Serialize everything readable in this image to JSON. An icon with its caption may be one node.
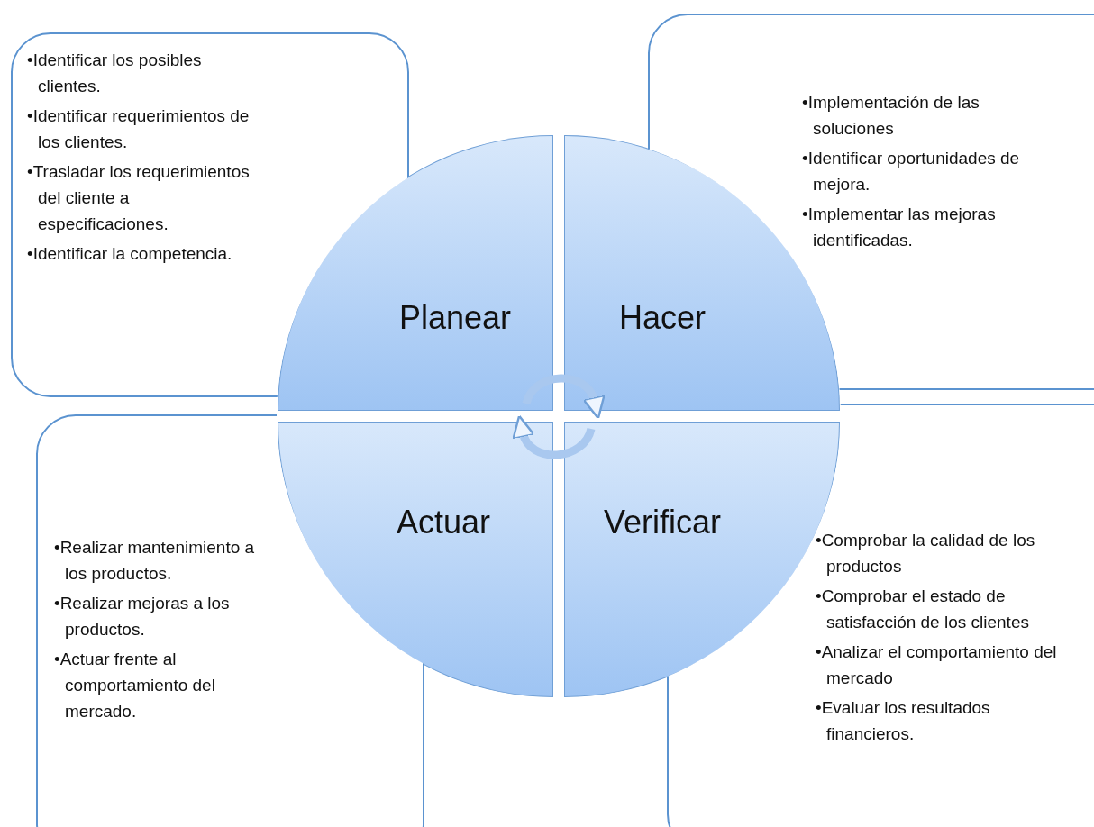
{
  "diagram": {
    "nodes": [
      {
        "text": [
          "•Identificar los posibles clientes.",
          "•Identificar requerimientos de los clientes.",
          "•Trasladar los requerimientos del cliente a especificaciones.",
          "•Identificar la competencia."
        ]
      },
      {
        "text": [
          "•Implementación de las soluciones",
          "•Identificar oportunidades de mejora.",
          "•Implementar las mejoras identificadas."
        ]
      },
      {
        "text": [
          "Planear"
        ]
      },
      {
        "text": [
          "Hacer"
        ]
      },
      {
        "text": [
          "•Realizar mantenimiento a los productos.",
          "•Realizar mejoras a los productos.",
          "•Actuar frente al comportamiento del mercado."
        ]
      },
      {
        "text": [
          "Actuar"
        ]
      },
      {
        "text": [
          "Verificar"
        ]
      },
      {
        "text": [
          "•Comprobar la calidad de los productos",
          "•Comprobar el estado de satisfacción de los clientes",
          "•Analizar el comportamiento del mercado",
          "•Evaluar los resultados financieros."
        ]
      }
    ],
    "edges": [
      {
        "from": 2,
        "to": 3,
        "arrow": "to"
      },
      {
        "from": 6,
        "to": 5,
        "arrow": "to"
      }
    ]
  }
}
